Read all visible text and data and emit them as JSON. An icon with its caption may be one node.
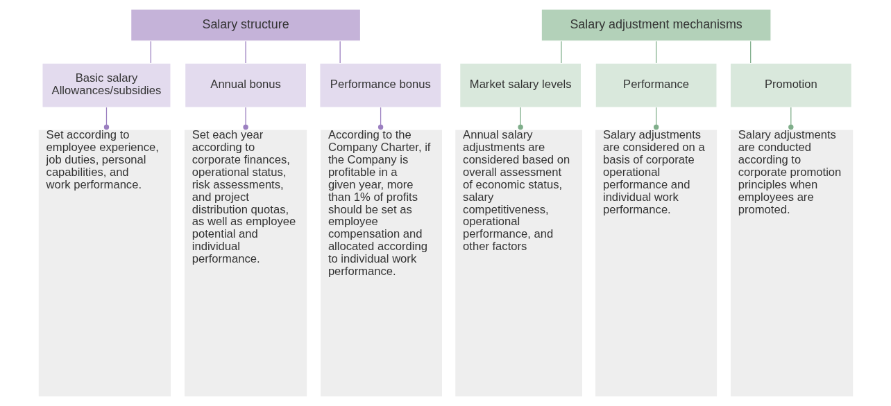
{
  "diagram": {
    "nodes": [
      {
        "text": [
          "Salary structure"
        ]
      },
      {
        "text": [
          "Basic salary Allowances/subsidies"
        ]
      },
      {
        "text": [
          "Annual bonus"
        ]
      },
      {
        "text": [
          "Performance bonus"
        ]
      },
      {
        "text": [
          "Set according to employee experience, job duties, personal capabilities, and work performance."
        ]
      },
      {
        "text": [
          "Set each year according to corporate finances, operational status, risk assessments, and project distribution quotas, as well as employee potential and individual performance."
        ]
      },
      {
        "text": [
          "According to the Company Charter, if the Company is profitable in a given year, more than 1% of profits should be set as employee compensation and allocated according to individual work performance."
        ]
      },
      {
        "text": [
          "Salary adjustment mechanisms"
        ]
      },
      {
        "text": [
          "Market salary levels"
        ]
      },
      {
        "text": [
          "Performance"
        ]
      },
      {
        "text": [
          "Promotion"
        ]
      },
      {
        "text": [
          "Annual salary adjustments are considered based on overall assessment of economic status, salary competitiveness, operational performance, and other factors"
        ]
      },
      {
        "text": [
          "Salary adjustments are considered on a basis of corporate operational performance and individual work performance."
        ]
      },
      {
        "text": [
          "Salary adjustments are conducted according to corporate promotion principles when employees are promoted."
        ]
      }
    ],
    "edges": [
      {
        "from": 0,
        "to": 1,
        "arrow": "none",
        "color": "#9b7fc0"
      },
      {
        "from": 0,
        "to": 2,
        "arrow": "none",
        "color": "#9b7fc0"
      },
      {
        "from": 0,
        "to": 3,
        "arrow": "none",
        "color": "#9b7fc0"
      },
      {
        "from": 1,
        "to": 4,
        "arrow": "other",
        "color": "#9b7fc0"
      },
      {
        "from": 2,
        "to": 5,
        "arrow": "other",
        "color": "#9b7fc0"
      },
      {
        "from": 3,
        "to": 6,
        "arrow": "other",
        "color": "#9b7fc0"
      },
      {
        "from": 7,
        "to": 8,
        "arrow": "none",
        "color": "#7fae8a"
      },
      {
        "from": 7,
        "to": 9,
        "arrow": "none",
        "color": "#7fae8a"
      },
      {
        "from": 7,
        "to": 10,
        "arrow": "none",
        "color": "#7fae8a"
      },
      {
        "from": 8,
        "to": 11,
        "arrow": "other",
        "color": "#7fae8a"
      },
      {
        "from": 9,
        "to": 12,
        "arrow": "other",
        "color": "#7fae8a"
      },
      {
        "from": 10,
        "to": 13,
        "arrow": "other",
        "color": "#7fae8a"
      }
    ]
  }
}
